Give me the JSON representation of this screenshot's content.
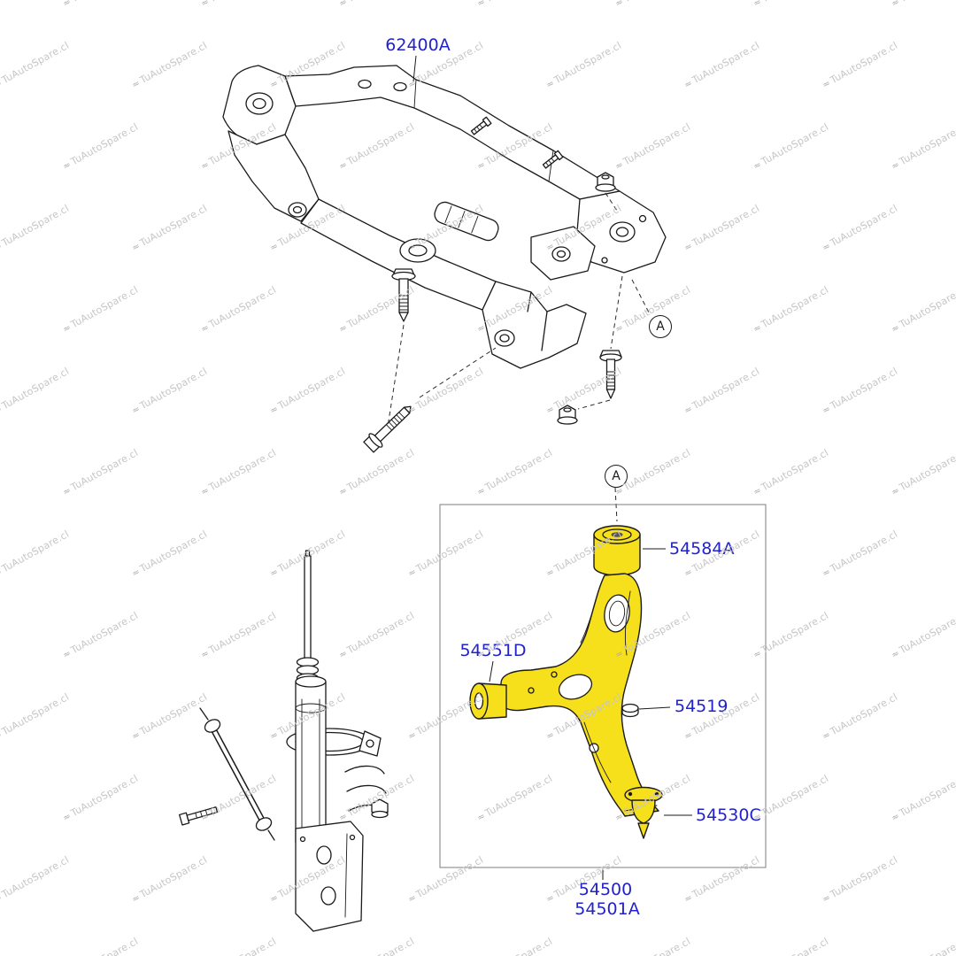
{
  "watermark": {
    "text": "TuAutoSpare.cl",
    "icon": "car-icon"
  },
  "labels": {
    "crossmember": "62400A",
    "bushing_rear": "54584A",
    "bushing_front": "54551D",
    "clip": "54519",
    "ball_joint": "54530C",
    "arm_main": "54500",
    "arm_alt": "54501A",
    "callout_a": "A"
  },
  "colors": {
    "label": "#2222cc",
    "highlight": "#f6df1b",
    "line": "#1a1a1a",
    "watermark": "#c6c6c6",
    "box_border": "#7d7d7d"
  }
}
